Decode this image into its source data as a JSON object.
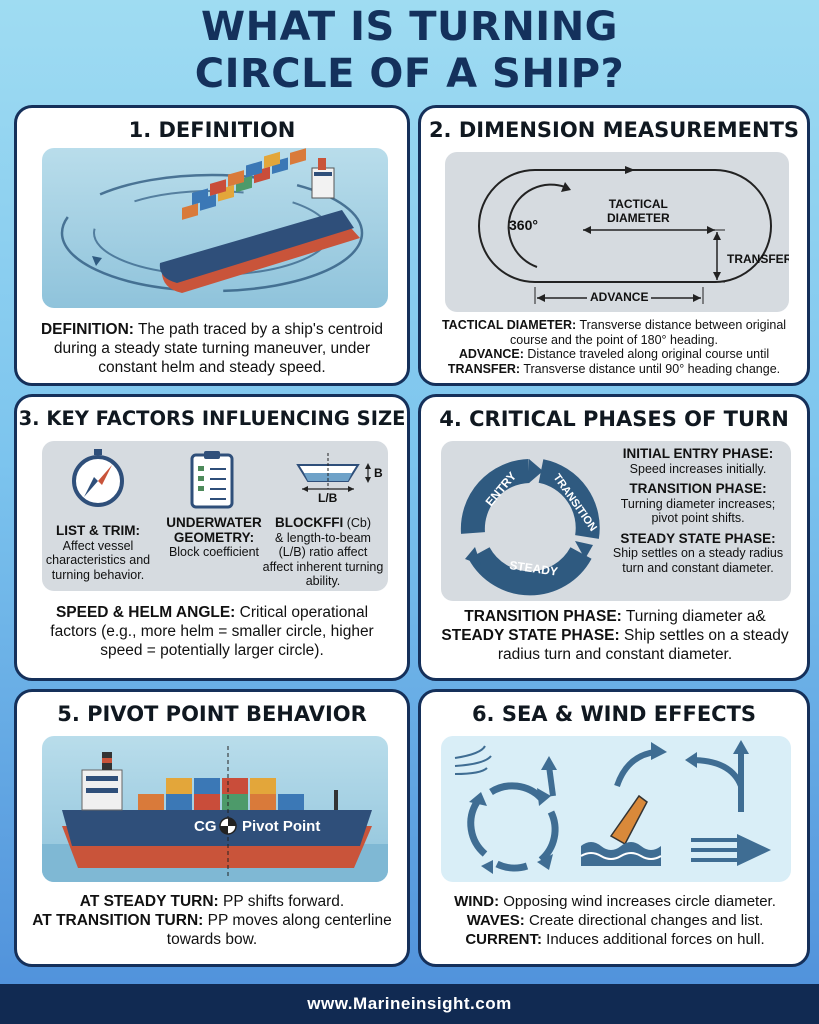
{
  "title": [
    "WHAT IS TURNING",
    "CIRCLE OF A SHIP?"
  ],
  "panel1": {
    "heading": "1. DEFINITION",
    "text_bold": "DEFINITION:",
    "text": " The path traced by a ship's centroid during a steady state turning maneuver, under constant helm and steady speed."
  },
  "panel2": {
    "heading": "2. DIMENSION MEASUREMENTS",
    "label_360": "360°",
    "label_tactical": [
      "TACTICAL",
      "DIAMETER"
    ],
    "label_transfer": "TRANSFER",
    "label_advance": "ADVANCE",
    "defs": [
      {
        "term": "TACTICAL DIAMETER:",
        "text": " Transverse distance between original course and the point of 180° heading."
      },
      {
        "term": "ADVANCE:",
        "text": " Distance traveled along original course until"
      },
      {
        "term": "TRANSFER:",
        "text": " Transverse distance until 90° heading change."
      }
    ]
  },
  "panel3": {
    "heading": "3. KEY FACTORS INFLUENCING SIZE",
    "f1_title": "LIST & TRIM:",
    "f1_text": [
      "Affect vessel",
      "characteristics and",
      "turning behavior."
    ],
    "f2_title": [
      "UNDERWATER",
      "GEOMETRY:"
    ],
    "f2_text": "Block coefficient",
    "f3_title": "BLOCKFFI",
    "f3_title_rest": " (Cb)",
    "f3_text": [
      "& length-to-beam",
      "(L/B) ratio affect",
      "affect inherent turning ability."
    ],
    "hull_lb": "L/B",
    "hull_b": "B",
    "speed_bold": "SPEED & HELM ANGLE:",
    "speed_text": " Critical operational factors (e.g., more helm = smaller circle, higher speed = potentially larger circle)."
  },
  "panel4": {
    "heading": "4. CRITICAL PHASES OF TURN",
    "cycle": [
      "ENTRY",
      "TRANSITION",
      "STEADY"
    ],
    "phases": [
      {
        "title": "INITIAL ENTRY PHASE:",
        "text": [
          "Speed increases initially."
        ]
      },
      {
        "title": "TRANSITION PHASE:",
        "text": [
          "Turning diameter increases;",
          "pivot point shifts."
        ]
      },
      {
        "title": "STEADY STATE PHASE:",
        "text": [
          "Ship settles on a steady radius",
          "turn and constant diameter."
        ]
      }
    ],
    "bottom": [
      {
        "term": "TRANSITION PHASE:",
        "text": " Turning diameter a&"
      },
      {
        "term": "STEADY STATE PHASE:",
        "text": " Ship settles on a steady radius turn and constant diameter."
      }
    ]
  },
  "panel5": {
    "heading": "5. PIVOT POINT BEHAVIOR",
    "cg_label": "CG",
    "pp_label": "Pivot Point",
    "l1_bold": "AT STEADY TURN:",
    "l1": " PP shifts forward.",
    "l2_bold": "AT TRANSITION TURN:",
    "l2": " PP moves along centerline towards bow."
  },
  "panel6": {
    "heading": "6. SEA & WIND EFFECTS",
    "lines": [
      {
        "term": "WIND:",
        "text": " Opposing wind increases circle diameter."
      },
      {
        "term": "WAVES:",
        "text": " Create directional changes and list."
      },
      {
        "term": "CURRENT:",
        "text": " Induces additional forces on hull."
      }
    ]
  },
  "footer": "www.Marineinsight.com",
  "colors": {
    "navy": "#15305a",
    "hull_red": "#c9543a",
    "hull_blue": "#2f4f7a",
    "arrow": "#3f6d93"
  }
}
